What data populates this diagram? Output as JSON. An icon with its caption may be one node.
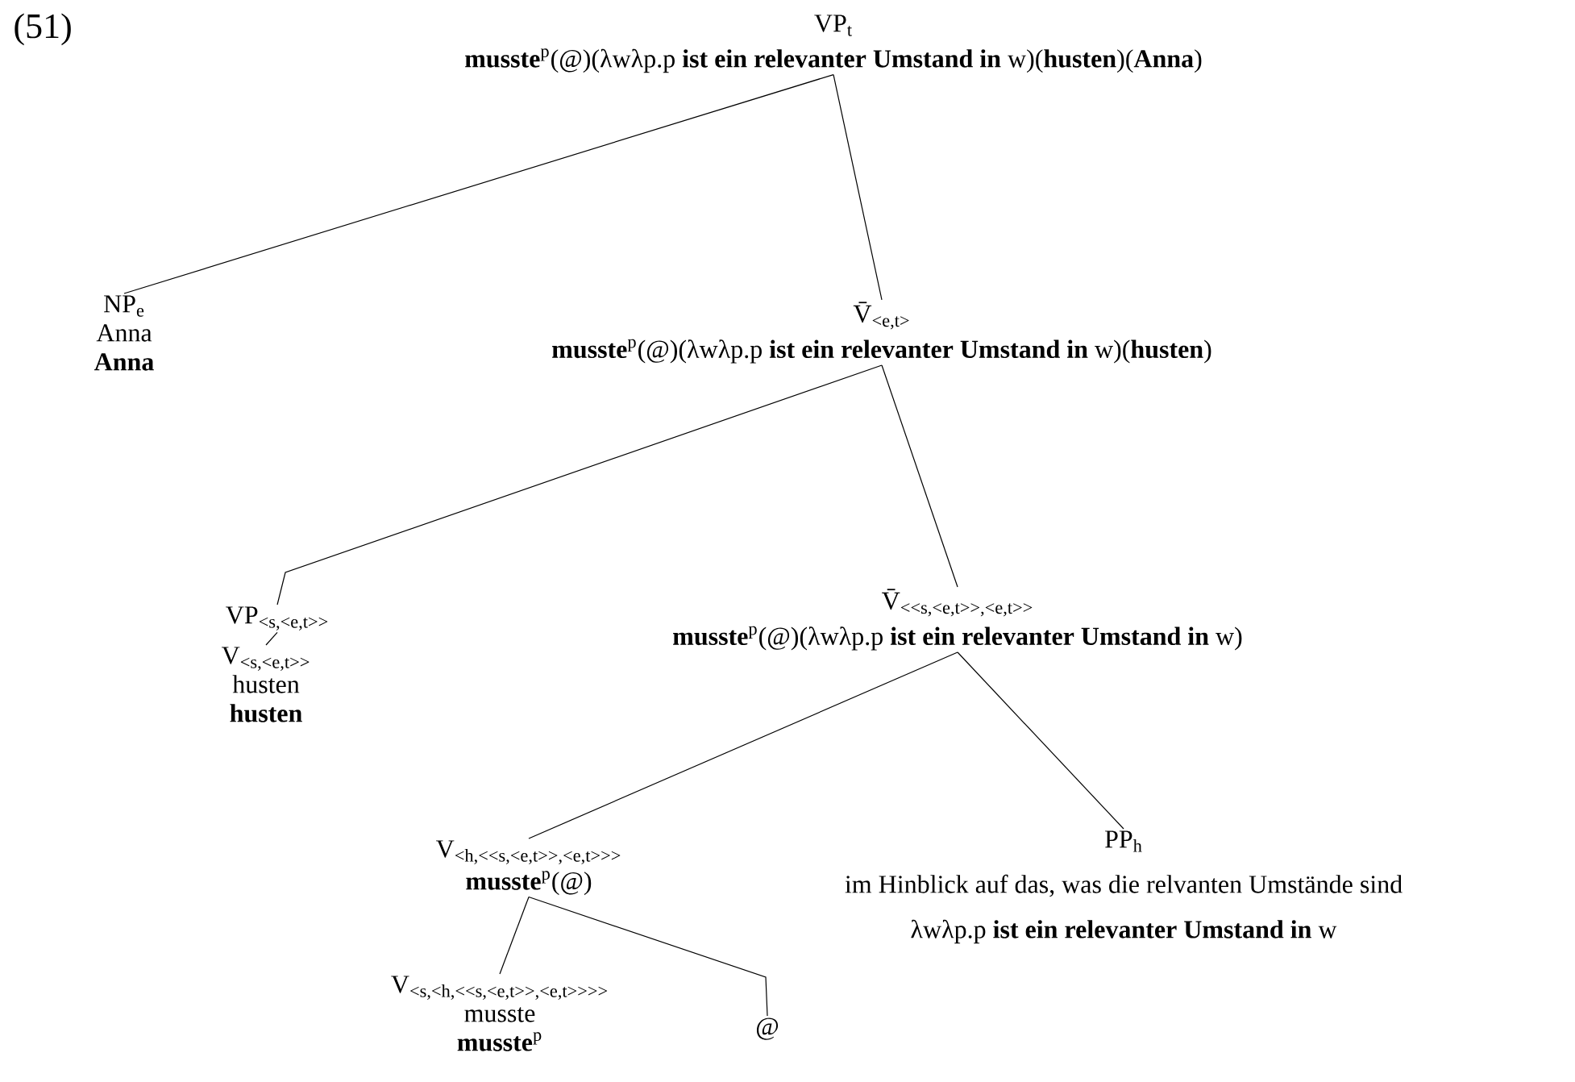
{
  "diagram": {
    "nodes": [
      {
        "text": [
          "VP$_{t}$",
          "**musste**$^{p}$(@)(λwλp.p **ist ein relevanter Umstand in** w)(**husten**)(**Anna**)"
        ]
      },
      {
        "text": [
          "NP$_{e}$",
          "Anna",
          "**Anna**"
        ]
      },
      {
        "text": [
          "V̄$_{<e,t>}$",
          "**musste**$^{p}$(@)(λwλp.p **ist ein relevanter Umstand in** w)(**husten**)"
        ]
      },
      {
        "text": [
          "VP$_{<s,<e,t>>}$"
        ]
      },
      {
        "text": [
          "V$_{<s,<e,t>>}$",
          "husten",
          "**husten**"
        ]
      },
      {
        "text": [
          "V̄$_{<<s,<e,t>>,<e,t>>}$",
          "**musste**$^{p}$(@)(λwλp.p **ist ein relevanter Umstand in** w)"
        ]
      },
      {
        "text": [
          "V$_{<h,<<s,<e,t>>,<e,t>>>}$",
          "**musste**$^{p}$(@)"
        ]
      },
      {
        "text": [
          "PP$_{h}$",
          "im Hinblick auf das, was die relvanten Umstände  sind",
          "λwλp.p **ist ein relevanter Umstand in** w"
        ]
      },
      {
        "text": [
          "V$_{<s,<h,<<s,<e,t>>,<e,t>>>>}$",
          "musste",
          "**musste**$^{p}$"
        ]
      },
      {
        "text": [
          "@"
        ]
      }
    ],
    "edges": [
      {
        "from": 0,
        "to": 1,
        "arrow": "none"
      },
      {
        "from": 0,
        "to": 2,
        "arrow": "none"
      },
      {
        "from": 2,
        "to": 3,
        "arrow": "none"
      },
      {
        "from": 2,
        "to": 5,
        "arrow": "none"
      },
      {
        "from": 3,
        "to": 4,
        "arrow": "none"
      },
      {
        "from": 5,
        "to": 6,
        "arrow": "none"
      },
      {
        "from": 5,
        "to": 7,
        "arrow": "none"
      },
      {
        "from": 6,
        "to": 8,
        "arrow": "none"
      },
      {
        "from": 6,
        "to": 9,
        "arrow": "none"
      }
    ],
    "labels": [
      "(51)"
    ]
  }
}
